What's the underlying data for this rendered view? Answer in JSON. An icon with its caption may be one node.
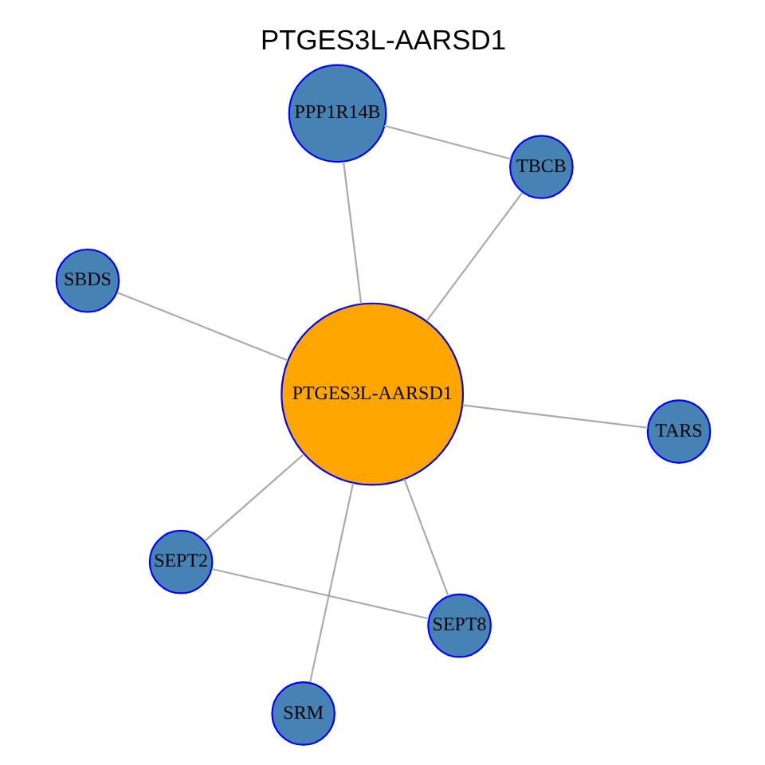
{
  "diagram": {
    "title": "PTGES3L-AARSD1",
    "nodes": [
      {
        "text": [
          "PTGES3L-AARSD1"
        ]
      },
      {
        "text": [
          "TARS"
        ]
      },
      {
        "text": [
          "SRM"
        ]
      },
      {
        "text": [
          "SBDS"
        ]
      },
      {
        "text": [
          "TBCB"
        ]
      },
      {
        "text": [
          "PPP1R14B"
        ]
      },
      {
        "text": [
          "SEPT2"
        ]
      },
      {
        "text": [
          "SEPT8"
        ]
      }
    ],
    "edges": [
      {
        "from": 0,
        "to": 1,
        "arrow": "none"
      },
      {
        "from": 0,
        "to": 2,
        "arrow": "none"
      },
      {
        "from": 0,
        "to": 3,
        "arrow": "none"
      },
      {
        "from": 0,
        "to": 4,
        "arrow": "none"
      },
      {
        "from": 0,
        "to": 5,
        "arrow": "none"
      },
      {
        "from": 0,
        "to": 6,
        "arrow": "none"
      },
      {
        "from": 0,
        "to": 7,
        "arrow": "none"
      },
      {
        "from": 4,
        "to": 5,
        "arrow": "none"
      },
      {
        "from": 6,
        "to": 7,
        "arrow": "none"
      }
    ]
  }
}
